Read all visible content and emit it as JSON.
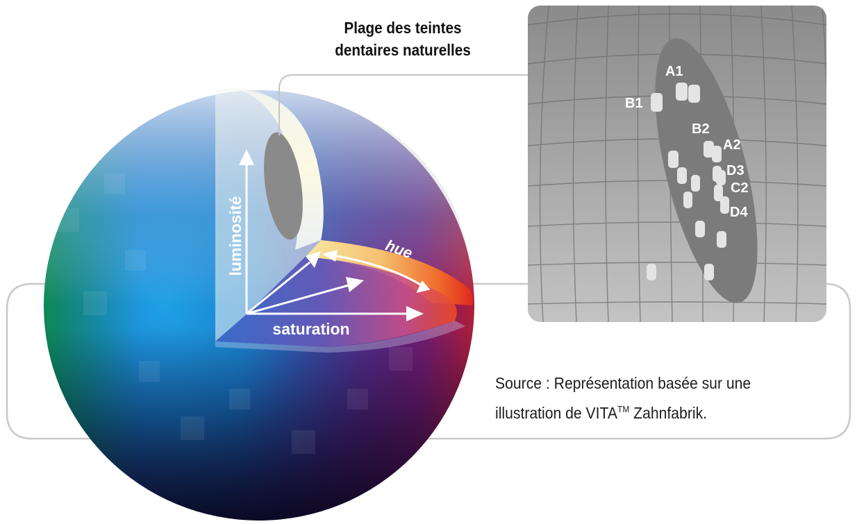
{
  "title": {
    "line1": "Plage des teintes",
    "line2": "dentaires naturelles"
  },
  "axes": {
    "luminosity": "luminosité",
    "saturation": "saturation",
    "hue": "hue"
  },
  "shades": [
    {
      "name": "A1"
    },
    {
      "name": "B1"
    },
    {
      "name": "B2"
    },
    {
      "name": "A2"
    },
    {
      "name": "D3"
    },
    {
      "name": "C2"
    },
    {
      "name": "D4"
    }
  ],
  "source": {
    "line1": "Source : Représentation basée sur une",
    "line2_prefix": "illustration de VITA",
    "tm": "TM",
    "line2_suffix": " Zahnfabrik."
  },
  "colors": {
    "frame": "#c8c8c8",
    "zone": "#7c7c7c",
    "panel_top": "#8d8d8d",
    "panel_bottom": "#bdbdbd",
    "swatch": "#e3e3e3"
  }
}
